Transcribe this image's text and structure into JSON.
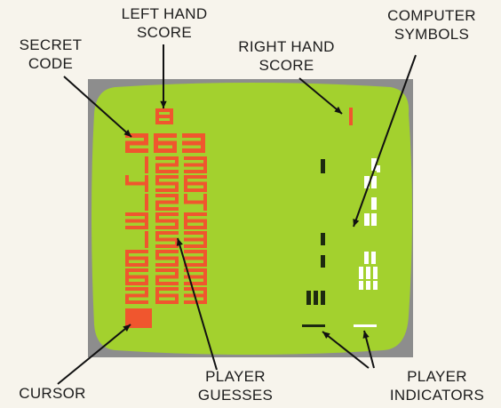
{
  "callouts": {
    "left_hand_score": [
      "LEFT HAND",
      "SCORE"
    ],
    "secret_code": [
      "SECRET",
      "CODE"
    ],
    "right_hand_score": [
      "RIGHT HAND",
      "SCORE"
    ],
    "computer_symbols": [
      "COMPUTER",
      "SYMBOLS"
    ],
    "cursor": [
      "CURSOR"
    ],
    "player_guesses": [
      "PLAYER",
      "GUESSES"
    ],
    "player_indicators": [
      "PLAYER",
      "INDICATORS"
    ]
  },
  "screen": {
    "left_score": "8",
    "right_score": "1",
    "secret_code": [
      "2",
      "6",
      "3"
    ],
    "guesses": [
      [
        "1",
        "2",
        "3"
      ],
      [
        "4",
        "5",
        "6"
      ],
      [
        "1",
        "2",
        "4"
      ],
      [
        "3",
        "5",
        "6"
      ],
      [
        "1",
        "5",
        "3"
      ],
      [
        "6",
        "5",
        "3"
      ],
      [
        "6",
        "2",
        "3"
      ],
      [
        "2",
        "6",
        "3"
      ]
    ]
  },
  "colors": {
    "bezel": "#8d8d8d",
    "screen": "#a3d12e",
    "digit": "#f0562e",
    "symbol_dark": "#1d2a10",
    "symbol_light": "#ffffff",
    "leader_line": "#111111"
  }
}
